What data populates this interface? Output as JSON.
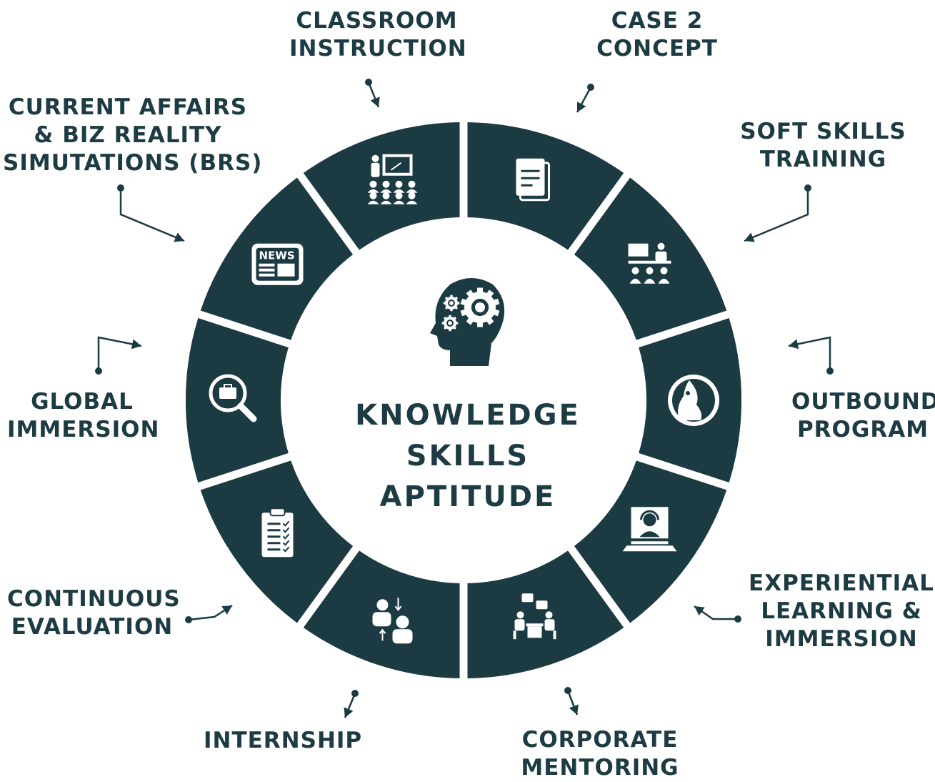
{
  "colors": {
    "segment": "#1b3a42",
    "text": "#1d3b43",
    "background": "#ffffff"
  },
  "center": {
    "lines": [
      "KNOWLEDGE",
      "SKILLS",
      "APTITUDE"
    ],
    "icon": "head-gears-icon"
  },
  "segments": [
    {
      "id": "case2",
      "lines": [
        "CASE 2",
        "CONCEPT"
      ],
      "icon": "document-icon"
    },
    {
      "id": "soft-skills",
      "lines": [
        "SOFT SKILLS",
        "TRAINING"
      ],
      "icon": "presentation-audience-icon"
    },
    {
      "id": "outbound",
      "lines": [
        "OUTBOUND",
        "PROGRAM"
      ],
      "icon": "climber-icon"
    },
    {
      "id": "experiential",
      "lines": [
        "EXPERIENTIAL",
        "LEARNING &",
        "IMMERSION"
      ],
      "icon": "headset-laptop-icon"
    },
    {
      "id": "mentoring",
      "lines": [
        "CORPORATE",
        "MENTORING"
      ],
      "icon": "meeting-table-icon"
    },
    {
      "id": "internship",
      "lines": [
        "INTERNSHIP"
      ],
      "icon": "intern-swap-icon"
    },
    {
      "id": "evaluation",
      "lines": [
        "CONTINUOUS",
        "EVALUATION"
      ],
      "icon": "clipboard-checklist-icon"
    },
    {
      "id": "global",
      "lines": [
        "GLOBAL",
        "IMMERSION"
      ],
      "icon": "briefcase-search-icon"
    },
    {
      "id": "current-affairs",
      "lines": [
        "CURRENT AFFAIRS",
        "& BIZ REALITY",
        "SIMUTATIONS (BRS)"
      ],
      "icon": "newspaper-icon"
    },
    {
      "id": "classroom",
      "lines": [
        "CLASSROOM",
        "INSTRUCTION"
      ],
      "icon": "classroom-teacher-icon"
    }
  ]
}
